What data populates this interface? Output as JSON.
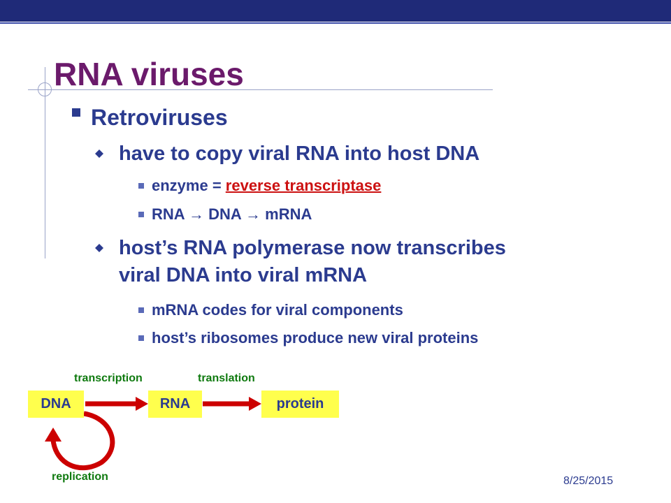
{
  "slide": {
    "title": "RNA viruses",
    "bullets": {
      "l1": "Retroviruses",
      "l2a": "have to copy viral RNA into host DNA",
      "l3a_prefix": "enzyme = ",
      "l3a_link": "reverse transcriptase",
      "l3b": "RNA  →  DNA  →  mRNA",
      "l2b_line1": "host’s RNA polymerase now transcribes",
      "l2b_line2": "viral DNA into viral mRNA",
      "l3c": "mRNA codes for viral components",
      "l3d": "host’s ribosomes produce new viral proteins"
    },
    "diagram": {
      "box_dna": "DNA",
      "box_rna": "RNA",
      "box_protein": "protein",
      "label_transcription": "transcription",
      "label_translation": "translation",
      "label_replication": "replication"
    },
    "date": "8/25/2015"
  },
  "colors": {
    "header_bar": "#1f2a78",
    "title": "#6b1a6b",
    "body_text": "#2b3b8f",
    "link": "#cc1111",
    "box_fill": "#ffff4d",
    "arrow": "#cc0000",
    "label_green": "#0f7a0f"
  },
  "icons": {
    "level1_bullet": "square-bullet-icon",
    "level2_bullet": "diamond-bullet-icon",
    "level3_bullet": "small-square-bullet-icon"
  }
}
